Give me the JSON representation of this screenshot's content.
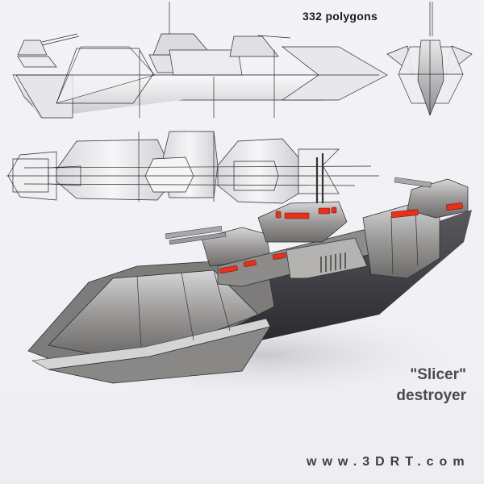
{
  "render": {
    "polygon_count_label": "332 polygons",
    "model_name": "\"Slicer\"",
    "model_type": "destroyer",
    "website": "www.3DRT.com"
  },
  "views": [
    {
      "name": "side-wireframe",
      "description": "Side view wireframe of ship"
    },
    {
      "name": "front-wireframe",
      "description": "Front view wireframe of ship"
    },
    {
      "name": "top-wireframe",
      "description": "Top view wireframe of ship"
    },
    {
      "name": "textured-render",
      "description": "3D textured render of destroyer ship with red glowing lights"
    }
  ],
  "colors": {
    "background": "#f2f2f6",
    "wire": "#2a2a2a",
    "hull_light": "#b8b8bc",
    "hull_dark": "#3a3a3e",
    "accent_red": "#e8301c",
    "text_gray": "#4a4a52"
  }
}
